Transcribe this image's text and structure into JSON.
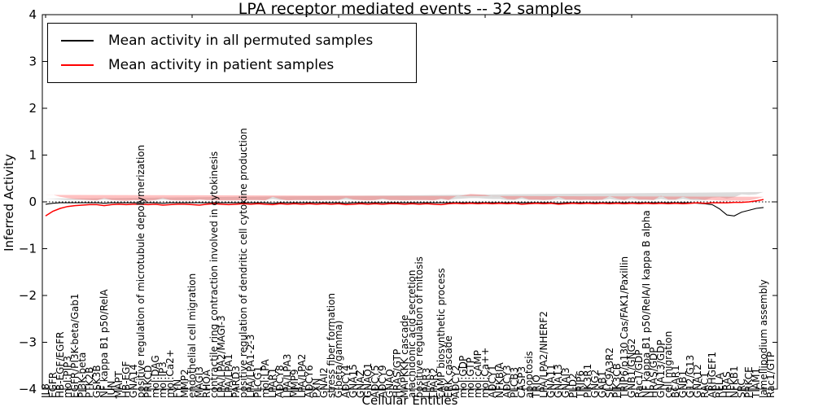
{
  "title": "LPA receptor mediated events -- 32 samples",
  "legend": {
    "items": [
      {
        "label": "Mean activity in all permuted samples",
        "color": "#000000"
      },
      {
        "label": "Mean activity in patient samples",
        "color": "#ff0000"
      }
    ]
  },
  "chart_data": {
    "type": "line",
    "title": "LPA receptor mediated events -- 32 samples",
    "xlabel": "Cellular Entities",
    "ylabel": "Inferred Activity",
    "ylim": [
      -4,
      4
    ],
    "ytick_labels": [
      "4",
      "3",
      "2",
      "1",
      "0",
      "−1",
      "−2",
      "−3",
      "−4"
    ],
    "grid": false,
    "legend_position": "upper left",
    "zero_line": true,
    "categories": [
      "IL8",
      "EGFR",
      "HB-EGF/EGFR",
      "mol:PIP3",
      "EGFR/PI3K-beta/Gab1",
      "PI3K-beta",
      "PTK2B",
      "GSK3B",
      "NF kappa B1 p50/RelA",
      "JUN",
      "MAPT",
      "HB-EGF",
      "GNA14",
      "positive regulation of microtubule depolymerization",
      "PRKCD",
      "mol:DAG",
      "mol:IP3",
      "mol:Ca2+",
      "FYN",
      "MMP2",
      "endothelial cell migration",
      "MAGI3",
      "RHOA",
      "contractile ring contraction involved in cytokinesis",
      "LPA/LPA2/MAGI-3",
      "LPA/LPA1",
      "PARD3",
      "positive regulation of dendritic cell cytokine production",
      "LPA/LPA1-2-3",
      "PLCG1",
      "mol:LPA",
      "LPAR1",
      "ADCY8",
      "LPA/LPA3",
      "MMP9",
      "LPA/LPA2",
      "ADCY6",
      "PXN",
      "GNAI2",
      "stress fiber formation",
      "G(beta/gamma)",
      "ADCY4",
      "GNA15",
      "GNAZ",
      "GNAO1",
      "ADCY5",
      "ADCY9",
      "GNAQ",
      "HRAS/GTP",
      "MAPKKK cascade",
      "arachidonic acid secretion",
      "positive regulation of mitosis",
      "LPAR3",
      "LPAR2",
      "cAMP biosynthetic process",
      "ERK cascade",
      "ADCY2",
      "mol:GDP",
      "mol:GTP",
      "mol:cAMP",
      "mol:Ca++",
      "ADCY1",
      "NFKBIA",
      "ADCY3",
      "PLCB3",
      "CASP3",
      "apoptosis",
      "TRIO",
      "LPA/LPA2/NHERF2",
      "GNA11",
      "GNA13",
      "GNAI3",
      "PLD2",
      "TRIP6",
      "PIK3R1",
      "GNG2",
      "GAB1",
      "SLC9A3R2",
      "PIK3CB",
      "TRIP6/p130 Cas/FAK1/Paxillin",
      "GNB1/GNG2",
      "Rac1/GDP",
      "NF kappa B1 p50/RelA/I kappa B alpha",
      "HRAS/GDP",
      "GNA13/GDP",
      "cell migration",
      "BCAR1",
      "GNB1",
      "G12/G13",
      "GNA12",
      "RAC1",
      "ARHGEF1",
      "RELA",
      "HRAS",
      "NFKB1",
      "SRC",
      "PRKCE",
      "TIAM1",
      "lamellipodium assembly",
      "Rac1/GTP"
    ],
    "series": [
      {
        "name": "Mean activity in all permuted samples",
        "color": "#000000",
        "band_color": "#999999",
        "band_opacity": 0.35,
        "values": [
          -0.05,
          -0.03,
          -0.02,
          -0.02,
          -0.02,
          -0.02,
          -0.02,
          -0.02,
          -0.03,
          -0.02,
          -0.02,
          -0.02,
          -0.02,
          -0.02,
          -0.02,
          -0.02,
          -0.03,
          -0.02,
          -0.02,
          -0.02,
          -0.02,
          -0.02,
          -0.02,
          -0.02,
          -0.02,
          -0.02,
          -0.02,
          -0.02,
          -0.02,
          -0.02,
          -0.02,
          -0.03,
          -0.02,
          -0.02,
          -0.02,
          -0.02,
          -0.02,
          -0.02,
          -0.02,
          -0.02,
          -0.02,
          -0.03,
          -0.02,
          -0.02,
          -0.02,
          -0.02,
          -0.02,
          -0.02,
          -0.02,
          -0.02,
          -0.02,
          -0.02,
          -0.02,
          -0.02,
          -0.02,
          -0.02,
          -0.02,
          -0.02,
          -0.02,
          -0.02,
          -0.02,
          -0.02,
          -0.02,
          -0.02,
          -0.02,
          -0.02,
          -0.02,
          -0.02,
          -0.02,
          -0.02,
          -0.03,
          -0.02,
          -0.02,
          -0.02,
          -0.02,
          -0.02,
          -0.02,
          -0.02,
          -0.02,
          -0.02,
          -0.02,
          -0.02,
          -0.02,
          -0.02,
          -0.02,
          -0.02,
          -0.02,
          -0.02,
          -0.02,
          -0.03,
          -0.04,
          -0.06,
          -0.15,
          -0.28,
          -0.3,
          -0.22,
          -0.18,
          -0.14,
          -0.12
        ],
        "band": [
          0.12,
          0.09,
          0.07,
          0.06,
          0.06,
          0.06,
          0.06,
          0.06,
          0.08,
          0.06,
          0.06,
          0.06,
          0.06,
          0.06,
          0.06,
          0.06,
          0.08,
          0.06,
          0.06,
          0.06,
          0.06,
          0.07,
          0.06,
          0.06,
          0.06,
          0.06,
          0.06,
          0.06,
          0.06,
          0.06,
          0.06,
          0.09,
          0.06,
          0.06,
          0.06,
          0.06,
          0.06,
          0.06,
          0.06,
          0.06,
          0.06,
          0.08,
          0.06,
          0.06,
          0.06,
          0.06,
          0.07,
          0.06,
          0.06,
          0.06,
          0.06,
          0.06,
          0.06,
          0.06,
          0.07,
          0.06,
          0.08,
          0.09,
          0.1,
          0.1,
          0.09,
          0.08,
          0.08,
          0.06,
          0.06,
          0.08,
          0.06,
          0.06,
          0.06,
          0.06,
          0.08,
          0.06,
          0.06,
          0.06,
          0.06,
          0.06,
          0.06,
          0.08,
          0.06,
          0.06,
          0.07,
          0.06,
          0.06,
          0.06,
          0.08,
          0.06,
          0.06,
          0.08,
          0.06,
          0.06,
          0.08,
          0.15,
          0.25,
          0.35,
          0.4,
          0.38,
          0.33,
          0.3,
          0.33
        ]
      },
      {
        "name": "Mean activity in patient samples",
        "color": "#ff0000",
        "band_color": "#ff4c4c",
        "band_opacity": 0.35,
        "values": [
          -0.3,
          -0.2,
          -0.14,
          -0.1,
          -0.08,
          -0.07,
          -0.06,
          -0.06,
          -0.08,
          -0.06,
          -0.05,
          -0.06,
          -0.05,
          -0.05,
          -0.06,
          -0.05,
          -0.07,
          -0.06,
          -0.05,
          -0.05,
          -0.06,
          -0.07,
          -0.05,
          -0.04,
          -0.05,
          -0.06,
          -0.05,
          -0.04,
          -0.05,
          -0.04,
          -0.05,
          -0.06,
          -0.04,
          -0.05,
          -0.04,
          -0.05,
          -0.04,
          -0.05,
          -0.04,
          -0.05,
          -0.04,
          -0.06,
          -0.05,
          -0.04,
          -0.05,
          -0.04,
          -0.05,
          -0.04,
          -0.04,
          -0.05,
          -0.04,
          -0.05,
          -0.04,
          -0.05,
          -0.06,
          -0.04,
          -0.03,
          -0.04,
          -0.03,
          -0.04,
          -0.03,
          -0.04,
          -0.03,
          -0.04,
          -0.03,
          -0.05,
          -0.04,
          -0.03,
          -0.04,
          -0.03,
          -0.05,
          -0.04,
          -0.03,
          -0.04,
          -0.03,
          -0.04,
          -0.03,
          -0.04,
          -0.03,
          -0.04,
          -0.03,
          -0.04,
          -0.03,
          -0.04,
          -0.03,
          -0.04,
          -0.03,
          -0.04,
          -0.03,
          -0.02,
          -0.03,
          -0.02,
          -0.02,
          -0.02,
          -0.01,
          -0.01,
          0.0,
          0.02,
          0.05
        ],
        "band": [
          0.45,
          0.35,
          0.25,
          0.18,
          0.14,
          0.12,
          0.1,
          0.09,
          0.16,
          0.1,
          0.08,
          0.08,
          0.09,
          0.08,
          0.08,
          0.09,
          0.15,
          0.1,
          0.08,
          0.08,
          0.09,
          0.12,
          0.09,
          0.08,
          0.08,
          0.09,
          0.08,
          0.08,
          0.09,
          0.08,
          0.08,
          0.17,
          0.1,
          0.08,
          0.08,
          0.09,
          0.08,
          0.08,
          0.08,
          0.09,
          0.08,
          0.15,
          0.1,
          0.08,
          0.08,
          0.08,
          0.12,
          0.08,
          0.08,
          0.08,
          0.08,
          0.09,
          0.08,
          0.08,
          0.13,
          0.08,
          0.15,
          0.18,
          0.2,
          0.2,
          0.18,
          0.16,
          0.15,
          0.1,
          0.08,
          0.15,
          0.09,
          0.08,
          0.08,
          0.08,
          0.16,
          0.09,
          0.08,
          0.08,
          0.08,
          0.08,
          0.08,
          0.16,
          0.1,
          0.08,
          0.13,
          0.09,
          0.08,
          0.08,
          0.16,
          0.09,
          0.08,
          0.15,
          0.09,
          0.08,
          0.07,
          0.06,
          0.05,
          0.04,
          0.04,
          0.03,
          0.03,
          0.04,
          0.06
        ]
      }
    ]
  }
}
